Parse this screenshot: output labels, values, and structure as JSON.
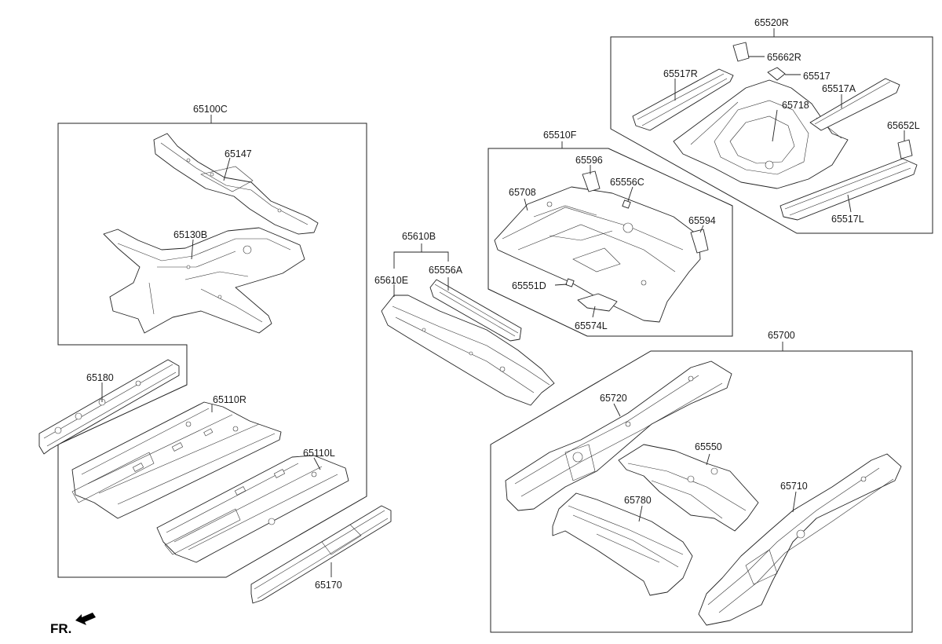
{
  "labels": {
    "p65520R": "65520R",
    "p65662R": "65662R",
    "p65517": "65517",
    "p65517R": "65517R",
    "p65517A": "65517A",
    "p65718": "65718",
    "p65652L": "65652L",
    "p65517L": "65517L",
    "p65510F": "65510F",
    "p65596": "65596",
    "p65708": "65708",
    "p65556C": "65556C",
    "p65594": "65594",
    "p65551D": "65551D",
    "p65574L": "65574L",
    "p65100C": "65100C",
    "p65147": "65147",
    "p65130B": "65130B",
    "p65180": "65180",
    "p65110R": "65110R",
    "p65110L": "65110L",
    "p65170": "65170",
    "p65610B": "65610B",
    "p65610E": "65610E",
    "p65556A": "65556A",
    "p65700": "65700",
    "p65720": "65720",
    "p65550": "65550",
    "p65780": "65780",
    "p65710": "65710"
  },
  "front_indicator": "FR."
}
